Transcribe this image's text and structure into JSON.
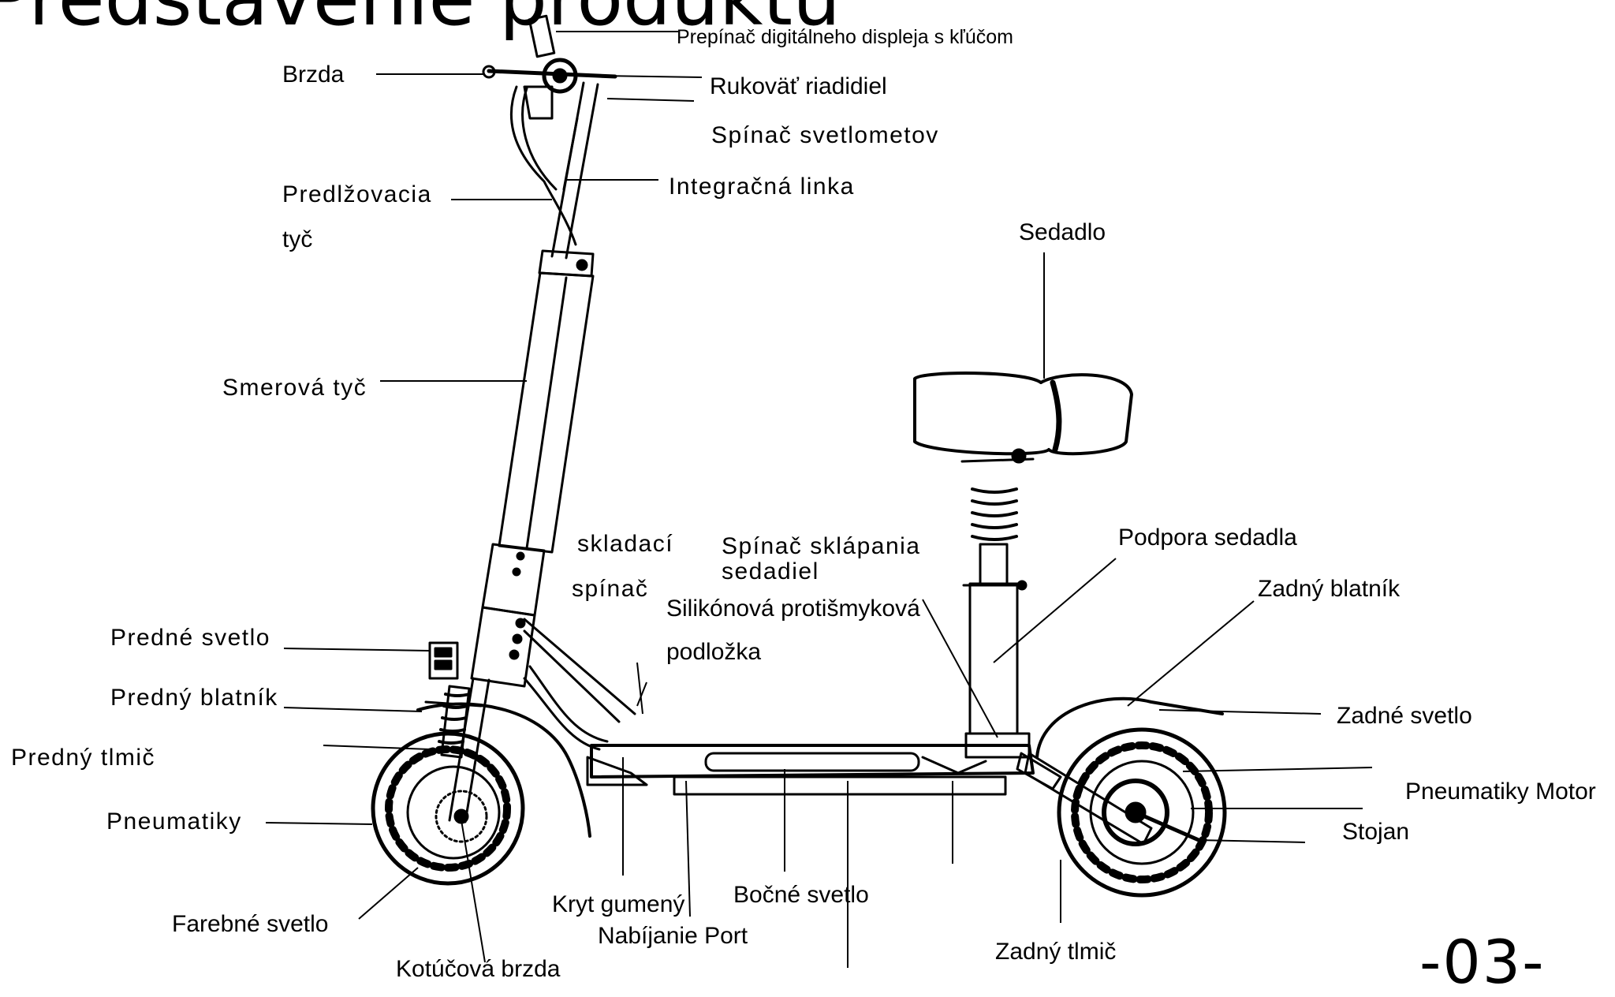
{
  "title": "Predstavenie produktu",
  "page_number": "-03-",
  "labels": {
    "display_switch": "Prepínač digitálneho displeja s kľúčom",
    "brake": "Brzda",
    "handlebar": "Rukoväť riadidiel",
    "headlight_switch": "Spínač svetlometov",
    "integration_line": "Integračná linka",
    "extension_rod_1": "Predlžovacia",
    "extension_rod_2": "tyč",
    "seat": "Sedadlo",
    "steering_rod": "Smerová tyč",
    "folding_switch_1": "skladací",
    "folding_switch_2": "spínač",
    "seat_fold_switch_1": "Spínač sklápania",
    "seat_fold_switch_2": "sedadiel",
    "seat_support": "Podpora sedadla",
    "silicone_pad_1": "Silikónová protišmyková",
    "silicone_pad_2": "podložka",
    "rear_fender": "Zadný blatník",
    "front_light": "Predné svetlo",
    "front_fender": "Predný blatník",
    "rear_light": "Zadné svetlo",
    "front_shock": "Predný tlmič",
    "tires_motor": "Pneumatiky Motor",
    "tires": "Pneumatiky",
    "stand": "Stojan",
    "color_light": "Farebné svetlo",
    "rubber_cover": "Kryt gumený",
    "side_light": "Bočné svetlo",
    "charging_port": "Nabíjanie Port",
    "rear_shock": "Zadný tlmič",
    "disc_brake": "Kotúčová brzda"
  }
}
